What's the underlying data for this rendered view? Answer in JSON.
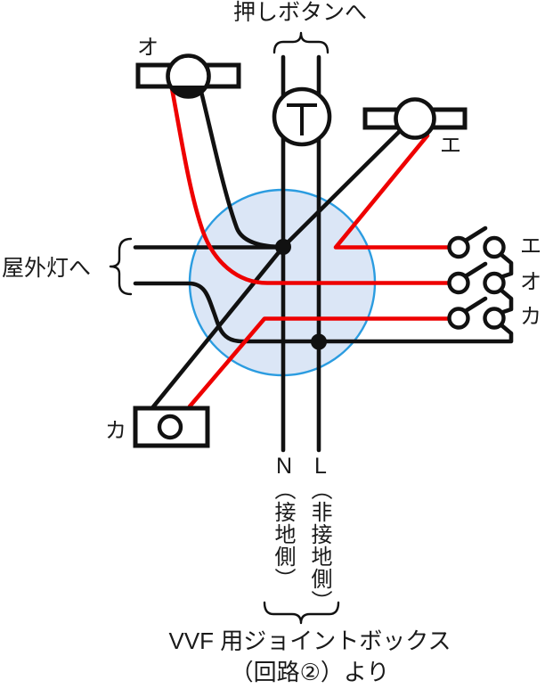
{
  "title": "wiring-diagram",
  "labels": {
    "push_button": "押しボタンへ",
    "outdoor_light": "屋外灯へ",
    "outdoor_brace": "{",
    "timer": "T",
    "lamp_o": "オ",
    "lamp_e": "エ",
    "lamp_ka": "カ",
    "switch_e": "エ",
    "switch_o": "オ",
    "switch_ka": "カ",
    "line_n": "N",
    "line_n_sub": "（接地側）",
    "line_l": "L",
    "line_l_sub": "（非接地側）",
    "footer_line1": "VVF 用ジョイントボックス",
    "footer_line2": "（回路②）より"
  },
  "colors": {
    "wire_black": "#111111",
    "wire_red": "#ee0000",
    "joint_box_fill": "#dbe6f6",
    "joint_box_stroke": "#2b9ce0",
    "text": "#1a1a1a"
  },
  "diagram": {
    "joint_box": "VVF用ジョイントボックス（回路②）より",
    "supply_lines": [
      {
        "name": "N",
        "note": "接地側",
        "wire": "black"
      },
      {
        "name": "L",
        "note": "非接地側",
        "wire": "black"
      }
    ],
    "devices": [
      {
        "id": "timer",
        "symbol": "T",
        "connects": "押しボタンへ"
      },
      {
        "id": "lamp_o",
        "type": "receptacle",
        "mark": "オ"
      },
      {
        "id": "lamp_e",
        "type": "receptacle",
        "mark": "エ"
      },
      {
        "id": "lamp_ka",
        "type": "outlet-box",
        "mark": "カ"
      },
      {
        "id": "switch_e",
        "type": "switch",
        "mark": "エ",
        "feed": "red"
      },
      {
        "id": "switch_o",
        "type": "switch",
        "mark": "オ",
        "feed": "red"
      },
      {
        "id": "switch_ka",
        "type": "switch",
        "mark": "カ",
        "feed": "red"
      },
      {
        "id": "outdoor",
        "type": "cable-out",
        "mark": "屋外灯へ",
        "wires": 2
      }
    ]
  }
}
